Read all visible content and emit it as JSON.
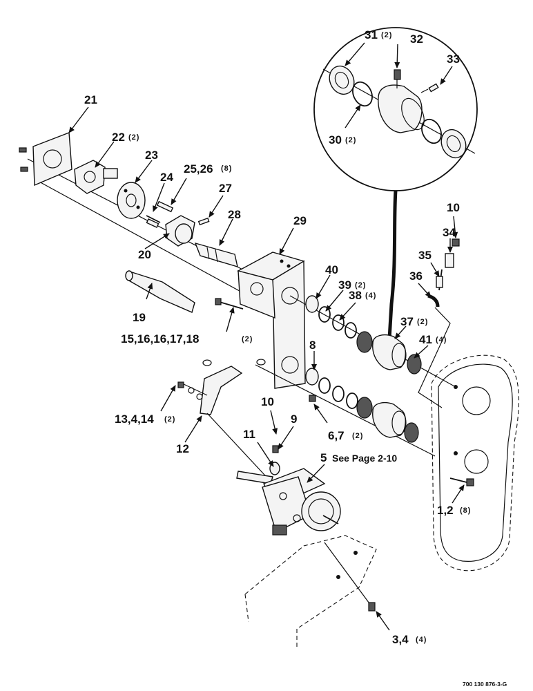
{
  "drawing_number": "700 130 876-3-G",
  "reference_note": "See Page 2-10",
  "callouts": [
    {
      "id": "c21",
      "num": "21",
      "qty": ""
    },
    {
      "id": "c22",
      "num": "22",
      "qty": "(2)"
    },
    {
      "id": "c23",
      "num": "23",
      "qty": ""
    },
    {
      "id": "c24",
      "num": "24",
      "qty": ""
    },
    {
      "id": "c25",
      "num": "25,26",
      "qty": "(8)"
    },
    {
      "id": "c27",
      "num": "27",
      "qty": ""
    },
    {
      "id": "c28",
      "num": "28",
      "qty": ""
    },
    {
      "id": "c20",
      "num": "20",
      "qty": ""
    },
    {
      "id": "c19",
      "num": "19",
      "qty": ""
    },
    {
      "id": "c15",
      "num": "15,16,16,17,18",
      "qty": "(2)"
    },
    {
      "id": "c29",
      "num": "29",
      "qty": ""
    },
    {
      "id": "c40",
      "num": "40",
      "qty": ""
    },
    {
      "id": "c39",
      "num": "39",
      "qty": "(2)"
    },
    {
      "id": "c38",
      "num": "38",
      "qty": "(4)"
    },
    {
      "id": "c8",
      "num": "8",
      "qty": ""
    },
    {
      "id": "c37",
      "num": "37",
      "qty": "(2)"
    },
    {
      "id": "c41",
      "num": "41",
      "qty": "(4)"
    },
    {
      "id": "c10a",
      "num": "10",
      "qty": ""
    },
    {
      "id": "c34",
      "num": "34",
      "qty": ""
    },
    {
      "id": "c35",
      "num": "35",
      "qty": ""
    },
    {
      "id": "c36",
      "num": "36",
      "qty": ""
    },
    {
      "id": "c31",
      "num": "31",
      "qty": "(2)"
    },
    {
      "id": "c32",
      "num": "32",
      "qty": ""
    },
    {
      "id": "c33",
      "num": "33",
      "qty": ""
    },
    {
      "id": "c30",
      "num": "30",
      "qty": "(2)"
    },
    {
      "id": "c13",
      "num": "13,4,14",
      "qty": "(2)"
    },
    {
      "id": "c12",
      "num": "12",
      "qty": ""
    },
    {
      "id": "c6",
      "num": "6,7",
      "qty": "(2)"
    },
    {
      "id": "c10b",
      "num": "10",
      "qty": ""
    },
    {
      "id": "c9",
      "num": "9",
      "qty": ""
    },
    {
      "id": "c11",
      "num": "11",
      "qty": ""
    },
    {
      "id": "c5",
      "num": "5",
      "qty": ""
    },
    {
      "id": "c1",
      "num": "1,2",
      "qty": "(8)"
    },
    {
      "id": "c3",
      "num": "3,4",
      "qty": "(4)"
    }
  ]
}
